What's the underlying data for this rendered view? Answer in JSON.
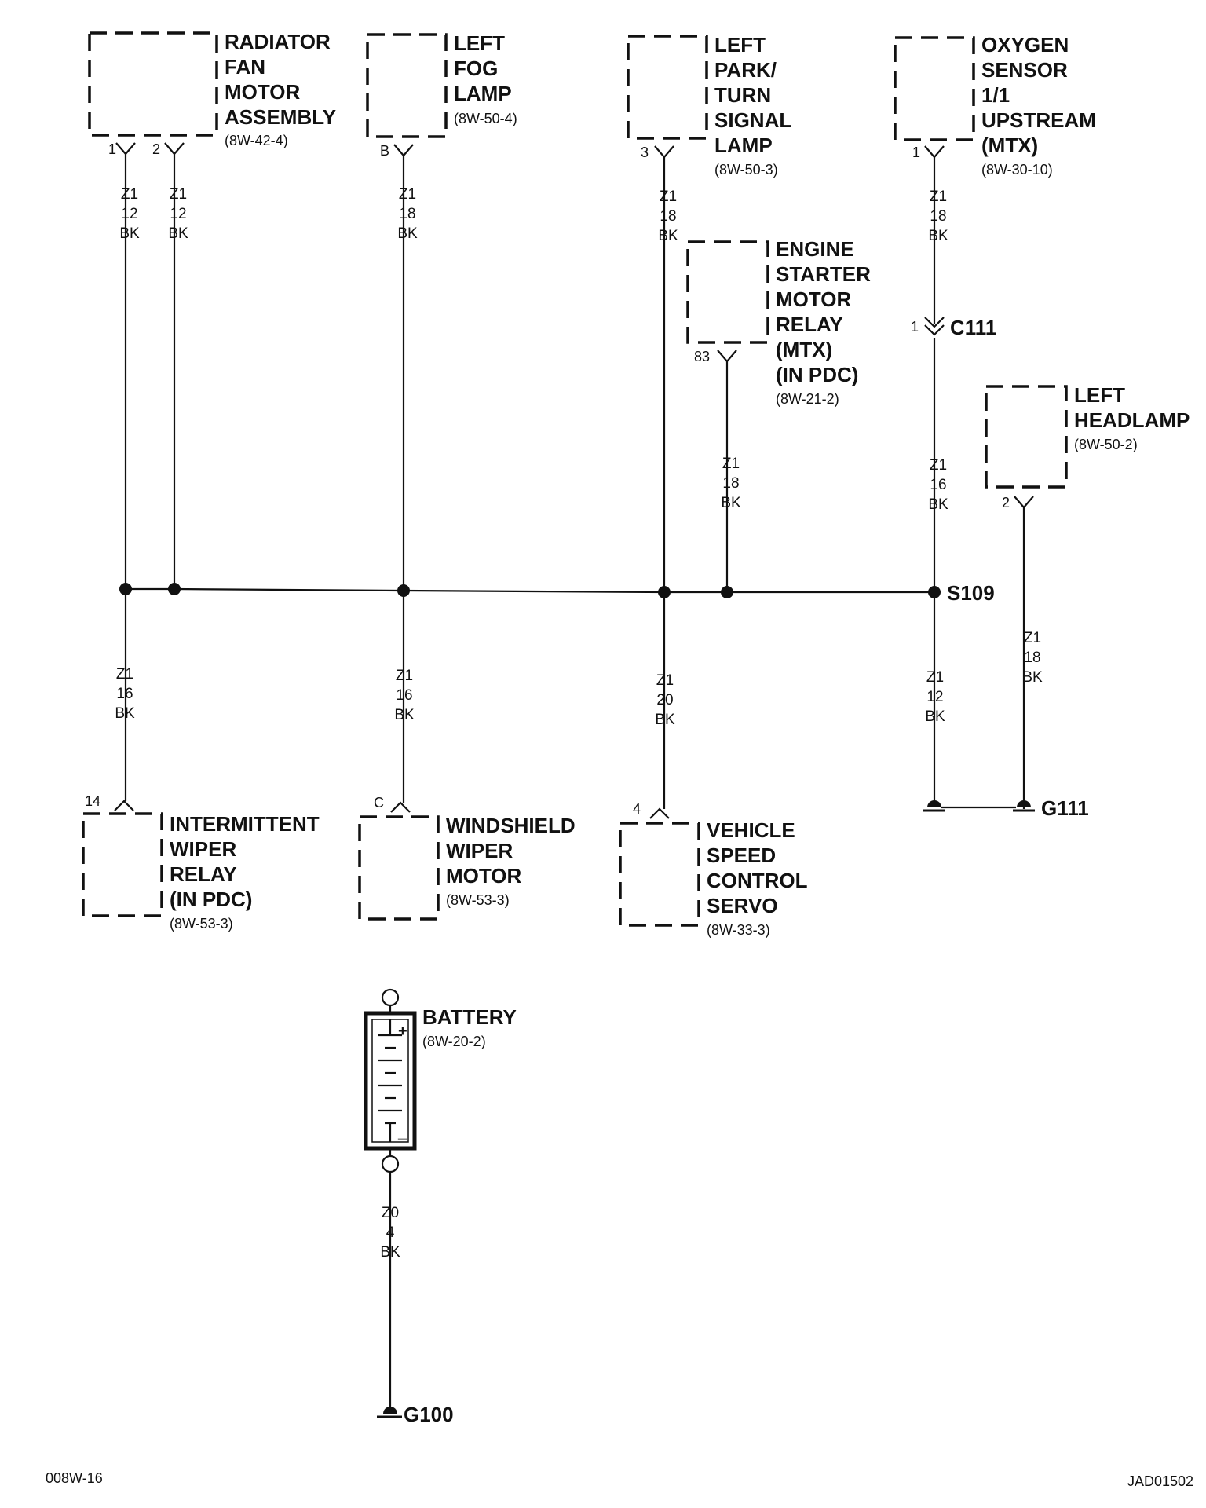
{
  "components": {
    "radiator_fan": {
      "lines": [
        "RADIATOR",
        "FAN",
        "MOTOR",
        "ASSEMBLY"
      ],
      "ref": "(8W-42-4)",
      "pins": [
        "1",
        "2"
      ]
    },
    "left_fog": {
      "lines": [
        "LEFT",
        "FOG",
        "LAMP"
      ],
      "ref": "(8W-50-4)",
      "pin": "B"
    },
    "left_park": {
      "lines": [
        "LEFT",
        "PARK/",
        "TURN",
        "SIGNAL",
        "LAMP"
      ],
      "ref": "(8W-50-3)",
      "pin": "3"
    },
    "oxygen_sensor": {
      "lines": [
        "OXYGEN",
        "SENSOR",
        "1/1",
        "UPSTREAM",
        "(MTX)"
      ],
      "ref": "(8W-30-10)",
      "pin": "1"
    },
    "starter_relay": {
      "lines": [
        "ENGINE",
        "STARTER",
        "MOTOR",
        "RELAY",
        "(MTX)",
        "(IN PDC)"
      ],
      "ref": "(8W-21-2)",
      "pin": "83"
    },
    "left_headlamp": {
      "lines": [
        "LEFT",
        "HEADLAMP"
      ],
      "ref": "(8W-50-2)",
      "pin": "2"
    },
    "wiper_relay": {
      "lines": [
        "INTERMITTENT",
        "WIPER",
        "RELAY",
        "(IN PDC)"
      ],
      "ref": "(8W-53-3)",
      "pin": "14"
    },
    "wiper_motor": {
      "lines": [
        "WINDSHIELD",
        "WIPER",
        "MOTOR"
      ],
      "ref": "(8W-53-3)",
      "pin": "C"
    },
    "speed_servo": {
      "lines": [
        "VEHICLE",
        "SPEED",
        "CONTROL",
        "SERVO"
      ],
      "ref": "(8W-33-3)",
      "pin": "4"
    },
    "battery": {
      "lines": [
        "BATTERY"
      ],
      "ref": "(8W-20-2)",
      "plus": "+",
      "minus": "_"
    }
  },
  "wires": {
    "w_fan1": [
      "Z1",
      "12",
      "BK"
    ],
    "w_fan2": [
      "Z1",
      "12",
      "BK"
    ],
    "w_fog": [
      "Z1",
      "18",
      "BK"
    ],
    "w_park": [
      "Z1",
      "18",
      "BK"
    ],
    "w_o2": [
      "Z1",
      "18",
      "BK"
    ],
    "w_relay": [
      "Z1",
      "18",
      "BK"
    ],
    "w_c111": [
      "Z1",
      "16",
      "BK"
    ],
    "w_head": [
      "Z1",
      "18",
      "BK"
    ],
    "w_wrelay": [
      "Z1",
      "16",
      "BK"
    ],
    "w_wmotor": [
      "Z1",
      "16",
      "BK"
    ],
    "w_servo": [
      "Z1",
      "20",
      "BK"
    ],
    "w_s109": [
      "Z1",
      "12",
      "BK"
    ],
    "w_batt": [
      "Z0",
      "4",
      "BK"
    ]
  },
  "connectors": {
    "c111": {
      "label": "C111",
      "pin": "1"
    }
  },
  "splices": {
    "s109": "S109"
  },
  "grounds": {
    "g111": "G111",
    "g100": "G100"
  },
  "footer": {
    "left": "008W-16",
    "right": "JAD01502"
  }
}
